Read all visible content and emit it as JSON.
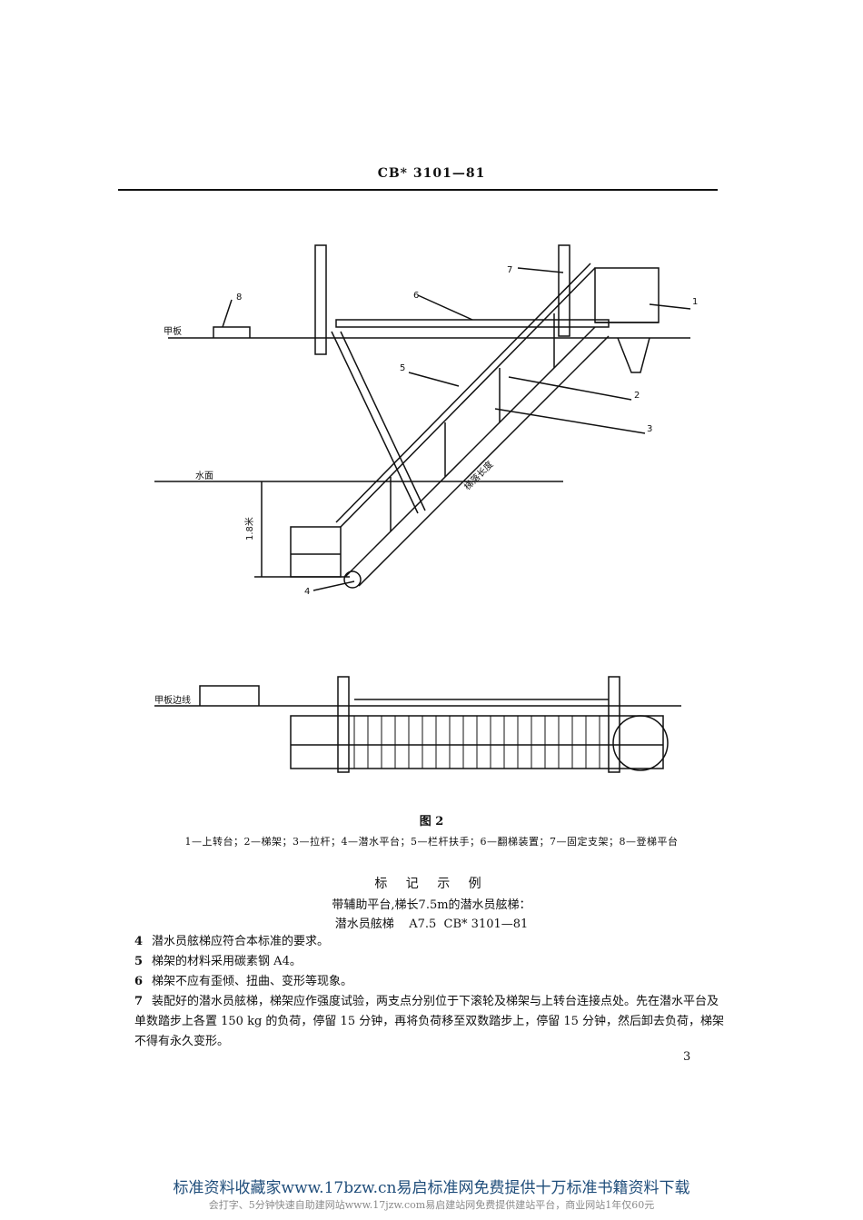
{
  "header": {
    "standard_code": "CB* 3101—81"
  },
  "figure": {
    "callouts": [
      "1",
      "2",
      "3",
      "4",
      "5",
      "6",
      "7",
      "8"
    ],
    "labels": {
      "deck": "甲板",
      "water": "水面",
      "depth": "1.8米",
      "ladder_length": "梯落长度",
      "deck_edge": "甲板边线"
    },
    "title": "图 2",
    "legend": "1—上转台；2—梯架；3—拉杆；4—潜水平台；5—栏杆扶手；6—翻梯装置；7—固定支架；8—登梯平台"
  },
  "example": {
    "title": "标 记 示 例",
    "line1": "带辅助平台,梯长7.5m的潜水员舷梯：",
    "line2": "潜水员舷梯    A7.5  CB* 3101—81"
  },
  "paragraphs": [
    {
      "num": "4",
      "text": "潜水员舷梯应符合本标准的要求。"
    },
    {
      "num": "5",
      "text": "梯架的材料采用碳素钢 A4。"
    },
    {
      "num": "6",
      "text": "梯架不应有歪倾、扭曲、变形等现象。"
    },
    {
      "num": "7",
      "text": "装配好的潜水员舷梯，梯架应作强度试验，两支点分别位于下滚轮及梯架与上转台连接点处。先在潜水平台及单数踏步上各置 150 kg 的负荷，停留 15 分钟，再将负荷移至双数踏步上，停留 15 分钟，然后卸去负荷，梯架不得有永久变形。"
    }
  ],
  "page_number": "3",
  "footer": {
    "line1": "标准资料收藏家www.17bzw.cn易启标准网免费提供十万标准书籍资料下载",
    "line2": "会打字、5分钟快速自助建网站www.17jzw.com易启建站网免费提供建站平台，商业网站1年仅60元"
  }
}
